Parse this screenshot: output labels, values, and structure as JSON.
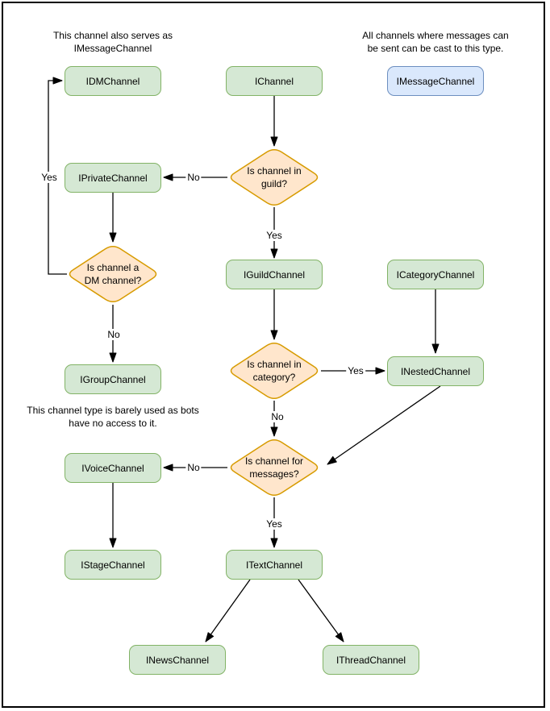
{
  "diagram": {
    "title_hint": "Channel interface flowchart",
    "colors": {
      "node_fill": "#d5e8d4",
      "node_border": "#82b366",
      "message_node_fill": "#dae8fc",
      "message_node_border": "#6c8ebf",
      "decision_fill": "#ffe6cc",
      "decision_border": "#d79b00",
      "edge_color": "#000000",
      "page_border": "#000000"
    },
    "notes": {
      "dm_note": "This channel also serves as IMessageChannel",
      "message_note": "All channels where messages can be sent can be cast to this type.",
      "group_note": "This channel type is barely used as bots have no access to it."
    },
    "nodes": {
      "idm": "IDMChannel",
      "ichannel": "IChannel",
      "imessage": "IMessageChannel",
      "iprivate": "IPrivateChannel",
      "iguild": "IGuildChannel",
      "icategory": "ICategoryChannel",
      "igroup": "IGroupChannel",
      "inested": "INestedChannel",
      "ivoice": "IVoiceChannel",
      "istage": "IStageChannel",
      "itext": "ITextChannel",
      "inews": "INewsChannel",
      "ithread": "IThreadChannel"
    },
    "decisions": {
      "in_guild": "Is channel in guild?",
      "is_dm": "Is channel a DM channel?",
      "in_category": "Is channel in category?",
      "for_messages": "Is channel for messages?"
    },
    "edge_labels": {
      "guild_no": "No",
      "guild_yes": "Yes",
      "dm_yes": "Yes",
      "dm_no": "No",
      "category_yes": "Yes",
      "category_no": "No",
      "messages_no": "No",
      "messages_yes": "Yes"
    }
  }
}
